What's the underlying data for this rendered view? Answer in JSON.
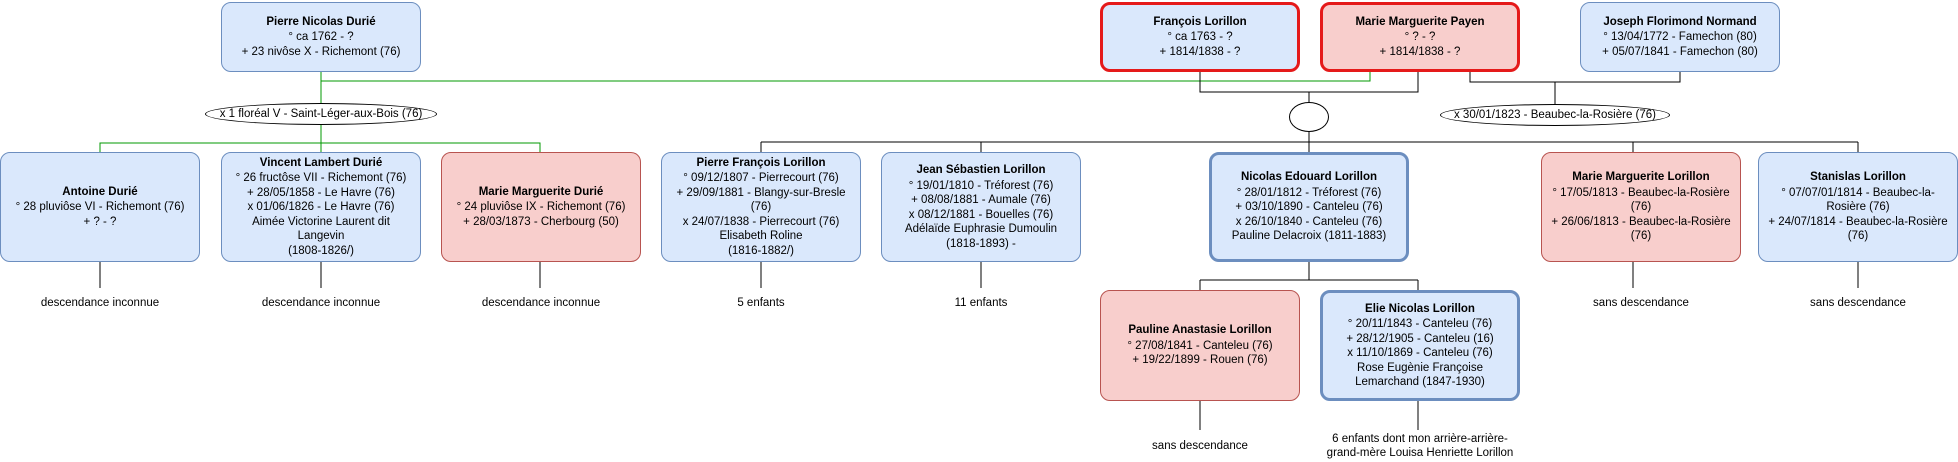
{
  "persons": {
    "pierre_nicolas": {
      "name": "Pierre Nicolas Durié",
      "lines": [
        "° ca 1762 - ?",
        "+ 23 nivôse X - Richemont (76)"
      ]
    },
    "francois": {
      "name": "François Lorillon",
      "lines": [
        "° ca 1763 - ?",
        "+ 1814/1838 - ?"
      ]
    },
    "marie_payen": {
      "name": "Marie Marguerite Payen",
      "lines": [
        "° ? - ?",
        "+ 1814/1838 - ?"
      ]
    },
    "joseph": {
      "name": "Joseph Florimond Normand",
      "lines": [
        "° 13/04/1772 - Famechon (80)",
        "+ 05/07/1841 - Famechon (80)"
      ]
    },
    "antoine": {
      "name": "Antoine Durié",
      "lines": [
        "° 28 pluviôse VI - Richemont (76)",
        "+ ? - ?"
      ]
    },
    "vincent": {
      "name": "Vincent Lambert Durié",
      "lines": [
        "° 26 fructôse VII - Richemont (76)",
        "+ 28/05/1858 - Le Havre (76)",
        "x 01/06/1826 - Le Havre (76)",
        "Aimée Victorine Laurent dit Langevin",
        "(1808-1826/)"
      ]
    },
    "marie_durie": {
      "name": "Marie Marguerite Durié",
      "lines": [
        "° 24 pluviôse IX - Richemont (76)",
        "+ 28/03/1873 - Cherbourg (50)"
      ]
    },
    "pierre_francois": {
      "name": "Pierre François Lorillon",
      "lines": [
        "° 09/12/1807 - Pierrecourt (76)",
        "+ 29/09/1881 - Blangy-sur-Bresle (76)",
        "x 24/07/1838 - Pierrecourt (76)",
        "Elisabeth Roline",
        "(1816-1882/)"
      ]
    },
    "jean": {
      "name": "Jean Sébastien Lorillon",
      "lines": [
        "° 19/01/1810 - Tréforest (76)",
        "+ 08/08/1881 - Aumale (76)",
        "x 08/12/1881 - Bouelles (76)",
        "Adélaïde Euphrasie Dumoulin",
        "(1818-1893) -"
      ]
    },
    "nicolas": {
      "name": "Nicolas Edouard Lorillon",
      "lines": [
        "° 28/01/1812 - Tréforest (76)",
        "+ 03/10/1890 - Canteleu (76)",
        "x 26/10/1840 - Canteleu (76)",
        "Pauline Delacroix (1811-1883)"
      ]
    },
    "marie_lorillon": {
      "name": "Marie Marguerite Lorillon",
      "lines": [
        "° 17/05/1813 - Beaubec-la-Rosière (76)",
        "+ 26/06/1813 - Beaubec-la-Rosière (76)"
      ]
    },
    "stanislas": {
      "name": "Stanislas Lorillon",
      "lines": [
        "° 07/07/01/1814 - Beaubec-la-Rosière (76)",
        "+ 24/07/1814 - Beaubec-la-Rosière (76)"
      ]
    },
    "pauline": {
      "name": "Pauline Anastasie Lorillon",
      "lines": [
        "° 27/08/1841 - Canteleu (76)",
        "+ 19/22/1899 - Rouen (76)"
      ]
    },
    "elie": {
      "name": "Elie Nicolas Lorillon",
      "lines": [
        "° 20/11/1843 - Canteleu (76)",
        "+ 28/12/1905 - Canteleu (16)",
        "x 11/10/1869 - Canteleu (76)",
        "Rose Eugènie Françoise Lemarchand (1847-1930)"
      ]
    }
  },
  "marriages": {
    "durie": "x 1 floréal V - Saint-Léger-aux-Bois (76)",
    "lorillon": "",
    "normand": "x 30/01/1823 - Beaubec-la-Rosière (76)"
  },
  "notes": {
    "antoine": "descendance inconnue",
    "vincent": "descendance inconnue",
    "marie_durie": "descendance inconnue",
    "pierre_francois": "5 enfants",
    "jean": "11 enfants",
    "marie_lorillon": "sans descendance",
    "stanislas": "sans descendance",
    "pauline": "sans descendance",
    "elie": "6 enfants dont mon arrière-arrière-grand-mère Louisa Henriette Lorillon"
  },
  "colors": {
    "person_blue": "#dae8fc",
    "person_pink": "#f8cecc",
    "highlight_red": "#e51a1a",
    "highlight_blue": "#6c8ebf",
    "green_line": "#009900"
  }
}
